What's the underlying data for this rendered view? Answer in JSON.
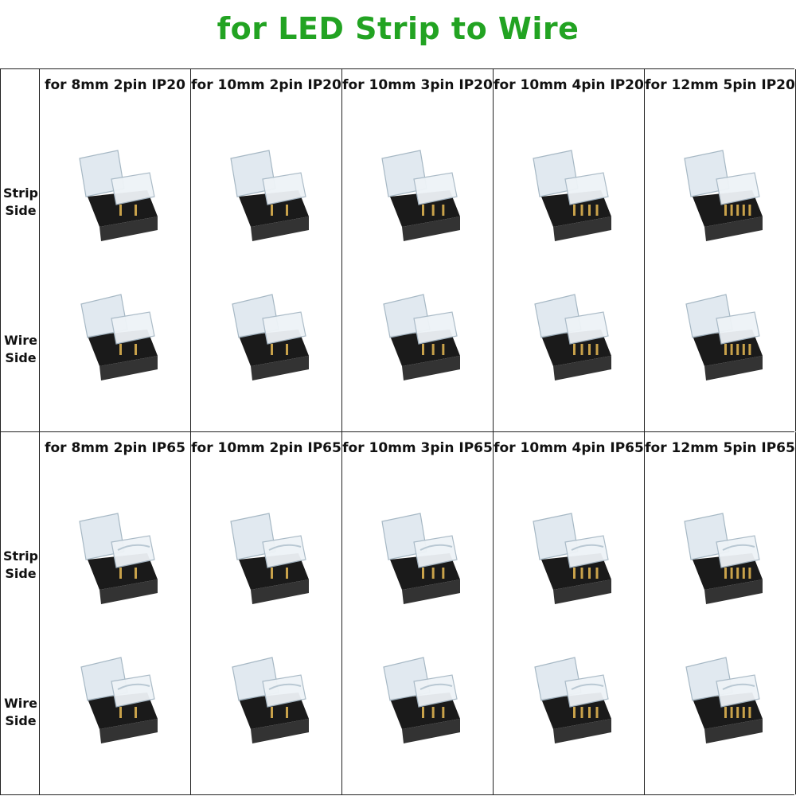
{
  "title": "for LED Strip to Wire",
  "side_labels": {
    "strip": [
      "Strip",
      "Side"
    ],
    "wire": [
      "Wire",
      "Side"
    ]
  },
  "ip20": {
    "columns": [
      {
        "label": "for 8mm 2pin IP20",
        "pins": 2
      },
      {
        "label": "for 10mm 2pin IP20",
        "pins": 2
      },
      {
        "label": "for 10mm 3pin IP20",
        "pins": 3
      },
      {
        "label": "for 10mm 4pin IP20",
        "pins": 4
      },
      {
        "label": "for 12mm 5pin IP20",
        "pins": 5
      }
    ]
  },
  "ip65": {
    "columns": [
      {
        "label": "for 8mm 2pin IP65",
        "pins": 2
      },
      {
        "label": "for 10mm 2pin IP65",
        "pins": 2
      },
      {
        "label": "for 10mm 3pin IP65",
        "pins": 3
      },
      {
        "label": "for 10mm 4pin IP65",
        "pins": 4
      },
      {
        "label": "for 12mm 5pin IP65",
        "pins": 5
      }
    ]
  },
  "colors": {
    "title": "#22a322",
    "connector_body": "#1a1a1a",
    "connector_clip": "#dfe8ef",
    "pin": "#c9a24a"
  }
}
